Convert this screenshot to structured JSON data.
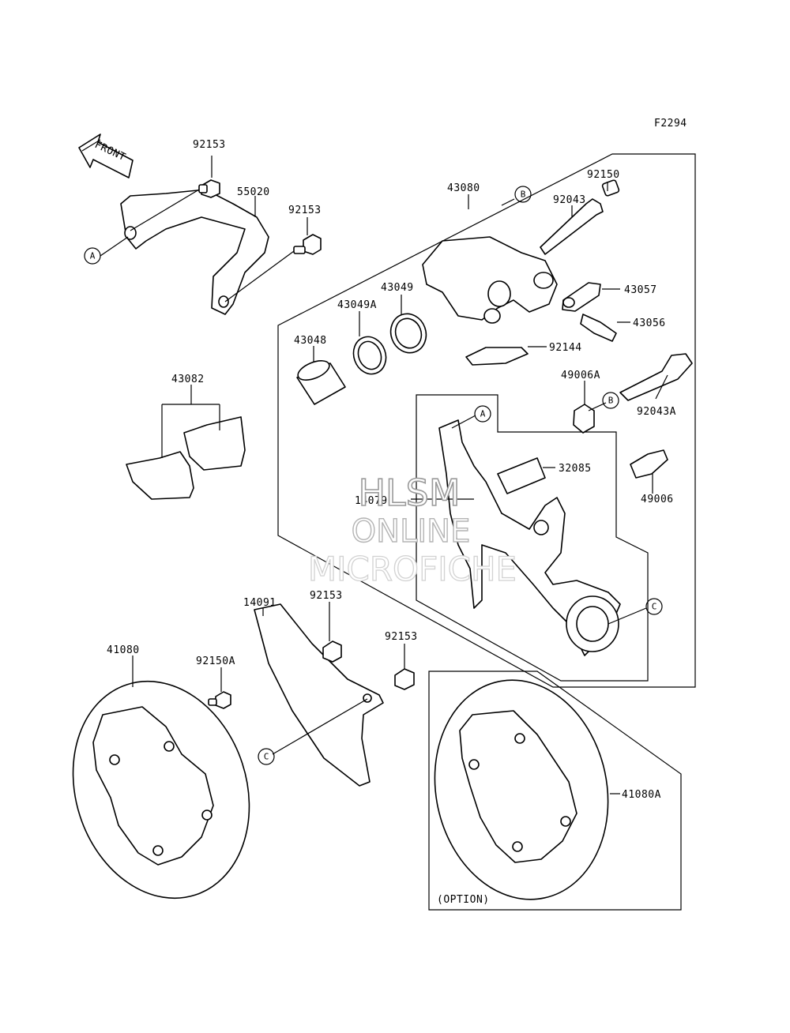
{
  "diagram_code": "F2294",
  "front_marker": "FRONT",
  "part_labels": {
    "p92153_a": "92153",
    "p55020": "55020",
    "p92153_b": "92153",
    "p43080": "43080",
    "p92150": "92150",
    "p92043": "92043",
    "p43057": "43057",
    "p43049": "43049",
    "p43049A": "43049A",
    "p43056": "43056",
    "p43048": "43048",
    "p92144": "92144",
    "p43082": "43082",
    "p49006A": "49006A",
    "p92043A": "92043A",
    "p32085": "32085",
    "p14079": "14079",
    "p49006": "49006",
    "p14091": "14091",
    "p92153_c": "92153",
    "p92153_d": "92153",
    "p41080": "41080",
    "p92150A": "92150A",
    "p41080A": "41080A"
  },
  "callouts": {
    "a": "A",
    "b": "B",
    "c": "C"
  },
  "option_caption": "(OPTION)",
  "watermark": {
    "line1": "HLSM",
    "line2": "ONLINE",
    "line3": "MICROFICHE"
  }
}
